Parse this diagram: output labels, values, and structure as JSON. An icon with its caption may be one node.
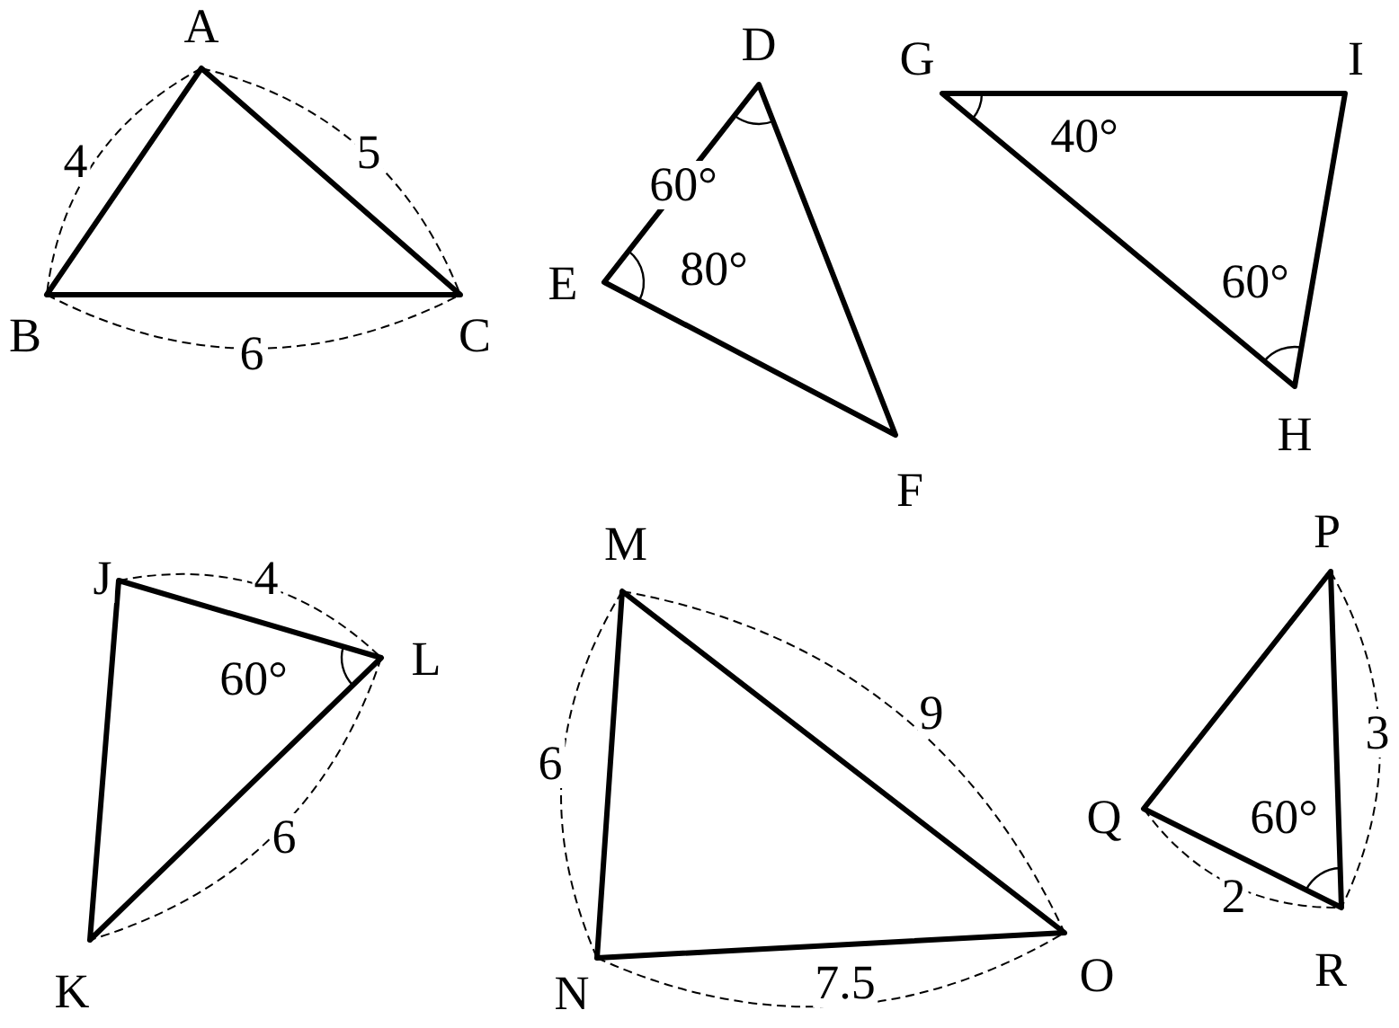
{
  "diagram": {
    "labels": [
      "A",
      "B",
      "C",
      "4",
      "5",
      "6",
      "D",
      "E",
      "F",
      "60°",
      "80°",
      "G",
      "I",
      "H",
      "40°",
      "60°",
      "J",
      "L",
      "K",
      "4",
      "60°",
      "6",
      "M",
      "N",
      "O",
      "6",
      "9",
      "7.5",
      "P",
      "Q",
      "R",
      "3",
      "2",
      "60°"
    ]
  }
}
